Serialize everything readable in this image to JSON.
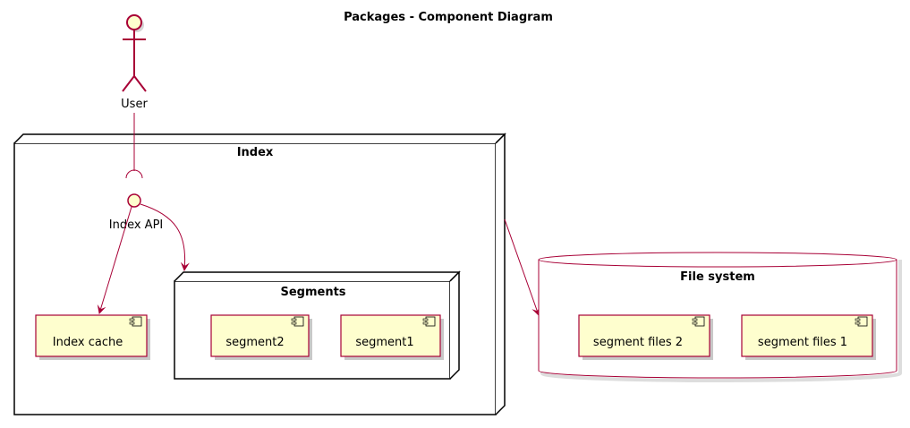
{
  "title": "Packages - Component Diagram",
  "actor": {
    "label": "User"
  },
  "index_node": {
    "label": "Index"
  },
  "interface": {
    "label": "Index API"
  },
  "segments_node": {
    "label": "Segments"
  },
  "components": {
    "index_cache": "Index cache",
    "segment1": "segment1",
    "segment2": "segment2",
    "segment_files_1": "segment files 1",
    "segment_files_2": "segment files 2"
  },
  "database": {
    "label": "File system"
  },
  "colors": {
    "component_fill": "#FEFECE",
    "border": "#A80036",
    "node_border": "#000000",
    "arrow": "#A80036",
    "shadow": "#C8C8C8"
  }
}
